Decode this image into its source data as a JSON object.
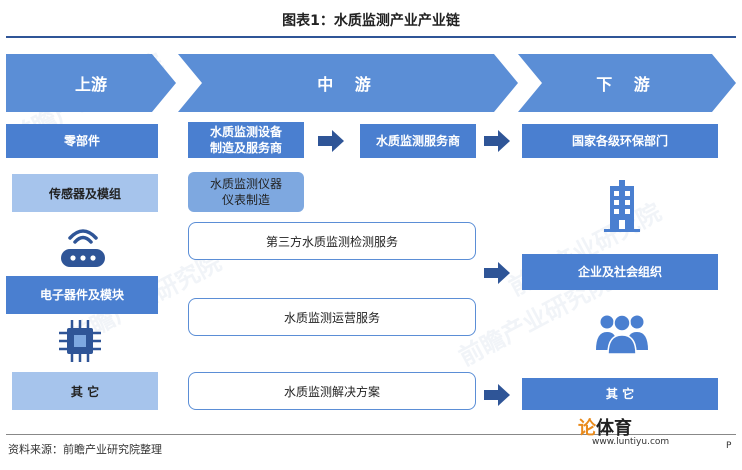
{
  "title": "图表1：水质监测产业产业链",
  "stages": {
    "upstream": "上游",
    "midstream": "中 游",
    "downstream": "下 游"
  },
  "upstream": {
    "header": "零部件",
    "items": [
      "传感器及模组",
      "电子器件及模块",
      "其 它"
    ]
  },
  "midstream": {
    "equipment": "水质监测设备\n制造及服务商",
    "service_provider": "水质监测服务商",
    "instrument": "水质监测仪器\n仪表制造",
    "services": [
      "第三方水质监测检测服务",
      "水质监测运营服务",
      "水质监测解决方案"
    ]
  },
  "downstream": {
    "items": [
      "国家各级环保部门",
      "企业及社会组织",
      "其 它"
    ]
  },
  "icons": [
    "router-icon",
    "chip-icon",
    "building-icon",
    "people-icon",
    "arrow-right-icon"
  ],
  "colors": {
    "chevron": "#5b8ed6",
    "dark_box": "#4a7fd0",
    "light_box": "#a6c4ec",
    "arrow": "#2f5597"
  },
  "source": "资料来源：前瞻产业研究院整理",
  "brand": {
    "part1": "论",
    "part2": "体育",
    "url": "www.luntiyu.com"
  },
  "corner_text": "P"
}
